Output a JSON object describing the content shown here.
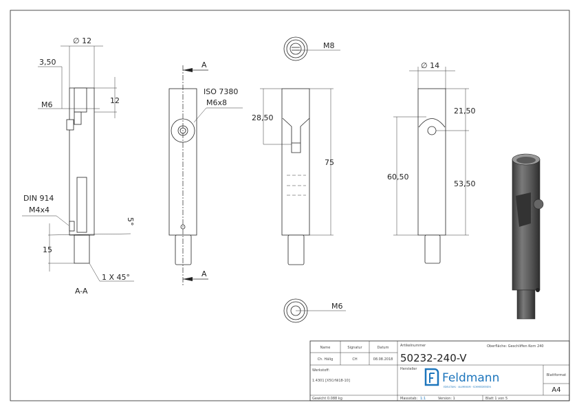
{
  "drawing": {
    "section_view": {
      "label": "A-A",
      "dims": {
        "diameter": "∅ 12",
        "depth": "3,50",
        "thread": "M6",
        "height": "12",
        "screw_line1": "DIN 914",
        "screw_line2": "M4x4",
        "angle": "5°",
        "pin_length": "15",
        "chamfer": "1 X 45°"
      }
    },
    "front_view": {
      "section_marker_top": "A",
      "section_marker_bottom": "A",
      "screw_line1": "ISO 7380",
      "screw_line2": "M6x8"
    },
    "side_view": {
      "top_thread": "M8",
      "bottom_thread": "M6",
      "slot_depth": "28,50",
      "total_length": "75"
    },
    "right_view": {
      "diameter": "∅ 14",
      "hole_offset": "21,50",
      "hole_to_bottom": "53,50",
      "slot_height": "60,50"
    }
  },
  "title_block": {
    "name_label": "Name",
    "signatur_label": "Signatur",
    "datum_label": "Datum",
    "name": "Ch. Hälig",
    "signatur": "CH",
    "datum": "08.08.2018",
    "artikelnummer_label": "Artikelnummer",
    "artikelnummer": "50232-240-V",
    "oberflaeche": "Oberfläche:  Geschliffen Korn 240",
    "werkstoff_label": "Werkstoff:",
    "werkstoff": "1.4301 [X5CrNi18-10]",
    "hersteller_label": "Hersteller",
    "logo_text": "Feldmann",
    "logo_subtext": "EDELSTAHL · ALUMINIUM · SCHMIEDEEISEN",
    "blattformat_label": "Blattformat",
    "blattformat": "A4",
    "gewicht": "Gewicht 0.088 kg",
    "massstab_label": "Massstab:",
    "massstab": "1:1",
    "version": "Version: 1",
    "blatt": "Blatt 1 von 5",
    "logo_color": "#1c75bc"
  }
}
